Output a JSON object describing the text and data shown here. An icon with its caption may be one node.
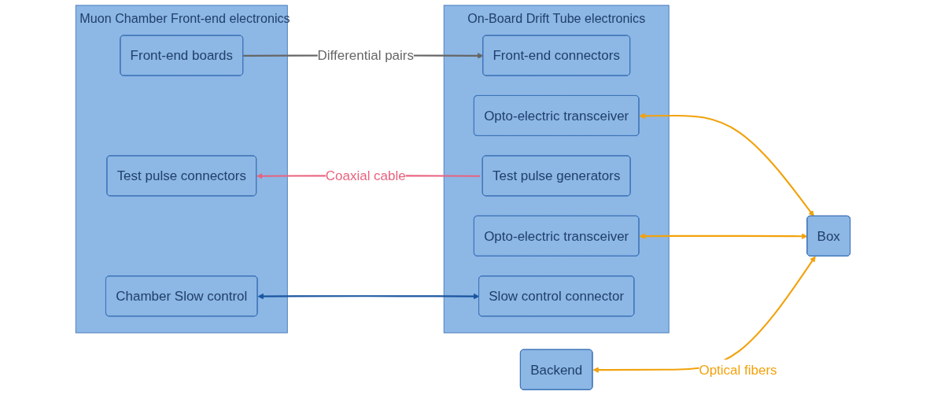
{
  "diagram": {
    "nodes": [
      {
        "text": [
          "Muon Chamber Front-end electronics"
        ]
      },
      {
        "text": [
          "Front-end boards"
        ],
        "in": 0
      },
      {
        "text": [
          "Test pulse connectors"
        ],
        "in": 0
      },
      {
        "text": [
          "Chamber Slow control"
        ],
        "in": 0
      },
      {
        "text": [
          "On-Board Drift Tube electronics"
        ]
      },
      {
        "text": [
          "Front-end connectors"
        ],
        "in": 4
      },
      {
        "text": [
          "Opto-electric transceiver"
        ],
        "in": 4
      },
      {
        "text": [
          "Test pulse generators"
        ],
        "in": 4
      },
      {
        "text": [
          "Opto-electric transceiver"
        ],
        "in": 4
      },
      {
        "text": [
          "Slow control connector"
        ],
        "in": 4
      },
      {
        "text": [
          "Backend"
        ]
      },
      {
        "text": [
          "Box"
        ]
      }
    ],
    "edges": [
      {
        "from": 1,
        "to": 5,
        "arrow": "to",
        "label": "Differential pairs",
        "color": "#666666"
      },
      {
        "from": 7,
        "to": 2,
        "arrow": "to",
        "label": "Coaxial cable",
        "color": "#e8637f"
      },
      {
        "from": 3,
        "to": 9,
        "arrow": "both",
        "color": "#1a55a0"
      },
      {
        "from": 6,
        "to": 11,
        "arrow": "both",
        "color": "#f2a20c"
      },
      {
        "from": 8,
        "to": 11,
        "arrow": "both",
        "color": "#f2a20c"
      },
      {
        "from": 10,
        "to": 11,
        "arrow": "both",
        "label": "Optical fibers",
        "color": "#f2a20c"
      }
    ]
  }
}
